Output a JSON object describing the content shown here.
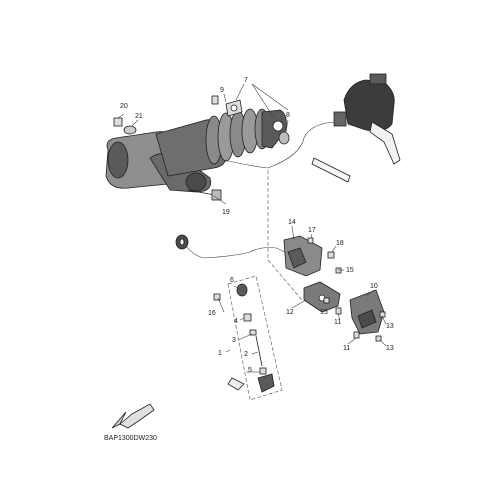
{
  "diagram": {
    "callouts": [
      {
        "id": "c1",
        "label": "1"
      },
      {
        "id": "c2",
        "label": "2"
      },
      {
        "id": "c3",
        "label": "3"
      },
      {
        "id": "c4",
        "label": "4"
      },
      {
        "id": "c5",
        "label": "5"
      },
      {
        "id": "c6",
        "label": "6"
      },
      {
        "id": "c7",
        "label": "7"
      },
      {
        "id": "c8",
        "label": "8"
      },
      {
        "id": "c9",
        "label": "9"
      },
      {
        "id": "c10",
        "label": "10"
      },
      {
        "id": "c11a",
        "label": "11"
      },
      {
        "id": "c11b",
        "label": "11"
      },
      {
        "id": "c12",
        "label": "12"
      },
      {
        "id": "c13a",
        "label": "13"
      },
      {
        "id": "c13b",
        "label": "13"
      },
      {
        "id": "c14",
        "label": "14"
      },
      {
        "id": "c15a",
        "label": "15"
      },
      {
        "id": "c15b",
        "label": "15"
      },
      {
        "id": "c16",
        "label": "16"
      },
      {
        "id": "c17",
        "label": "17"
      },
      {
        "id": "c18",
        "label": "18"
      },
      {
        "id": "c19",
        "label": "19"
      },
      {
        "id": "c20",
        "label": "20"
      },
      {
        "id": "c21",
        "label": "21"
      }
    ],
    "diagram_code": "BAP1300DW230"
  },
  "colors": {
    "line": "#222222",
    "shock_body": "#6e6e6e",
    "shock_dark": "#3c3c3c",
    "spring": "#8a8a8a",
    "bracket": "#7a7a7a",
    "background": "#ffffff"
  }
}
